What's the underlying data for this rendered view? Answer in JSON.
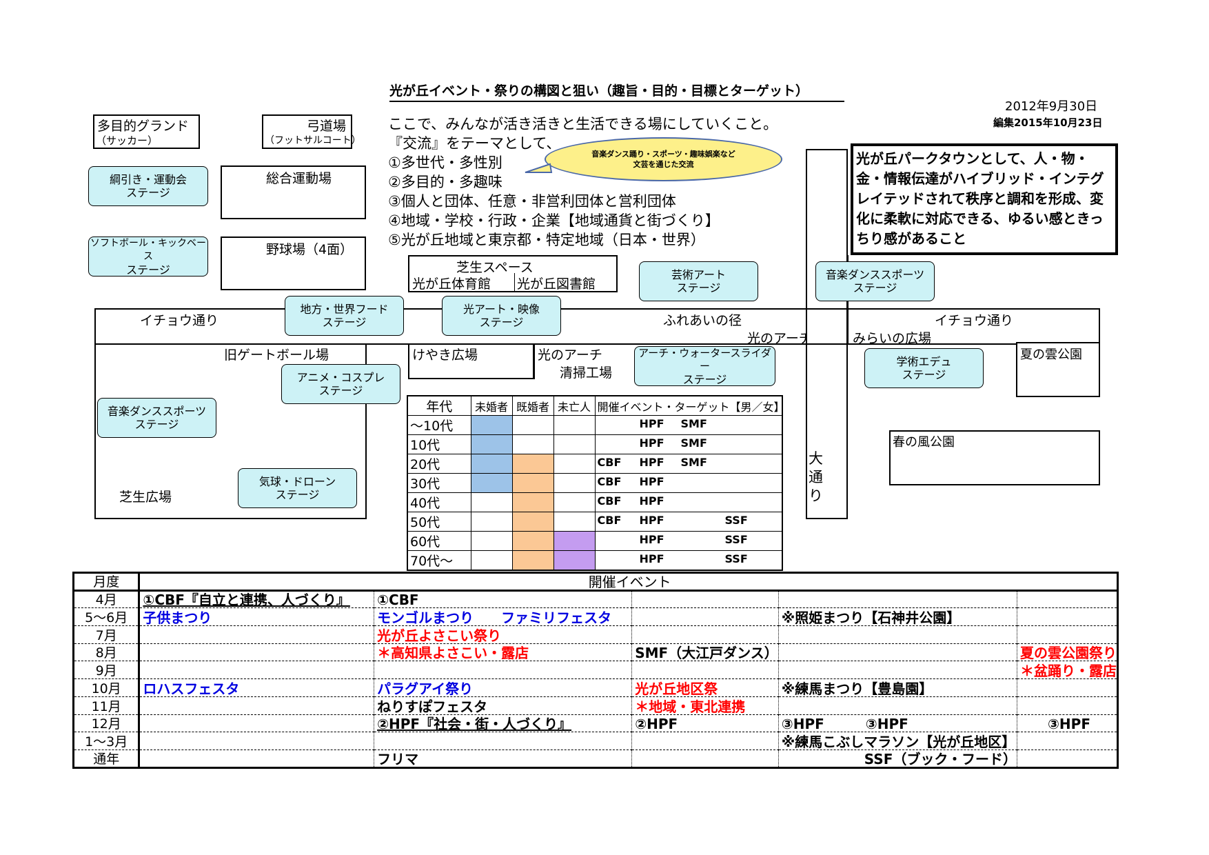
{
  "title": "光が丘イベント・祭りの構図と狙い（趣旨・目的・目標とターゲット）",
  "date": "2012年9月30日",
  "edited": "編集2015年10月23日",
  "intro": [
    "ここで、みんなが活き活きと生活できる場にしていくこと。",
    "『交流』をテーマとして、",
    "①多世代・多性別",
    "②多目的・多趣味",
    "③個人と団体、任意・非営利団体と営利団体",
    "④地域・学校・行政・企業【地域通貨と街づくり】",
    "⑤光が丘地域と東京都・特定地域（日本・世界）"
  ],
  "bubble": [
    "音楽ダンス踊り・スポーツ・趣味娯楽など",
    "文芸を通じた交流"
  ],
  "vision": "光が丘パークタウンとして、人・物・金・情報伝達がハイブリッド・インテグレイテッドされて秩序と調和を形成、変化に柔軟に対応できる、ゆるい感ときっちり感があること",
  "places": {
    "ground1": "多目的グランド",
    "ground2": "（サッカー）",
    "kyudo1": "弓道場",
    "kyudo2": "（フットサルコート）",
    "sogo": "総合運動場",
    "yakyu": "野球場（4面）",
    "shiba_space1": "芝生スペース",
    "shiba_space2": "光が丘体育館",
    "shiba_space3": "光が丘図書館",
    "icho_left": "イチョウ通り",
    "fureai": "ふれあいの径",
    "arch": "光のアーチ",
    "icho_right": "イチョウ通り",
    "mirai": "みらいの広場",
    "gateball": "旧ゲートボール場",
    "keyaki": "けやき広場",
    "arch_seiso1": "光のアーチ",
    "arch_seiso2": "清掃工場",
    "natsu": "夏の雲公園",
    "haru": "春の風公園",
    "shiba_hiroba": "芝生広場",
    "odori": [
      "大",
      "通",
      "り"
    ]
  },
  "stages": {
    "tsunahiki": [
      "綱引き・運動会",
      "ステージ"
    ],
    "softball": [
      "ソフトボール・キックベース",
      "ステージ"
    ],
    "food": [
      "地方・世界フード",
      "ステージ"
    ],
    "art_video": [
      "光アート・映像",
      "ステージ"
    ],
    "geijutsu": [
      "芸術アート",
      "ステージ"
    ],
    "music_right": [
      "音楽ダンススポーツ",
      "ステージ"
    ],
    "anime": [
      "アニメ・コスプレ",
      "ステージ"
    ],
    "water": [
      "アーチ・ウォータースライダー",
      "ステージ"
    ],
    "gakujutsu": [
      "学術エデュ",
      "ステージ"
    ],
    "music_left": [
      "音楽ダンススポーツ",
      "ステージ"
    ],
    "kikyu": [
      "気球・ドローン",
      "ステージ"
    ]
  },
  "age_table": {
    "headers": [
      "年代",
      "未婚者",
      "既婚者",
      "未亡人",
      "開催イベント・ターゲット【男／女】"
    ],
    "rows": [
      {
        "age": "～10代",
        "cbf": "",
        "hpf": "HPF",
        "smf": "SMF",
        "ssf": "",
        "u": "blue",
        "m": "",
        "w": ""
      },
      {
        "age": "10代",
        "cbf": "",
        "hpf": "HPF",
        "smf": "SMF",
        "ssf": "",
        "u": "blue",
        "m": "",
        "w": ""
      },
      {
        "age": "20代",
        "cbf": "CBF",
        "hpf": "HPF",
        "smf": "SMF",
        "ssf": "",
        "u": "blue",
        "m": "orange",
        "w": ""
      },
      {
        "age": "30代",
        "cbf": "CBF",
        "hpf": "HPF",
        "smf": "",
        "ssf": "",
        "u": "blue",
        "m": "orange",
        "w": ""
      },
      {
        "age": "40代",
        "cbf": "CBF",
        "hpf": "HPF",
        "smf": "",
        "ssf": "",
        "u": "",
        "m": "orange",
        "w": ""
      },
      {
        "age": "50代",
        "cbf": "CBF",
        "hpf": "HPF",
        "smf": "",
        "ssf": "SSF",
        "u": "",
        "m": "orange",
        "w": ""
      },
      {
        "age": "60代",
        "cbf": "",
        "hpf": "HPF",
        "smf": "",
        "ssf": "SSF",
        "u": "",
        "m": "orange",
        "w": "purple"
      },
      {
        "age": "70代～",
        "cbf": "",
        "hpf": "HPF",
        "smf": "",
        "ssf": "SSF",
        "u": "",
        "m": "orange",
        "w": "purple"
      }
    ]
  },
  "calendar": {
    "header_month": "月度",
    "header_event": "開催イベント",
    "rows": [
      {
        "month": "4月",
        "c1": "①CBF『自立と連携、人づくり』",
        "c2": "①CBF",
        "c3": "",
        "c4": "",
        "c5": ""
      },
      {
        "month": "5～6月",
        "c1": "子供まつり",
        "c2": "モンゴルまつり　　ファミリフェスタ",
        "c3": "",
        "c4": "※照姫まつり【石神井公園】",
        "c5": ""
      },
      {
        "month": "7月",
        "c1": "",
        "c2": "光が丘よさこい祭り",
        "c3": "",
        "c4": "",
        "c5": ""
      },
      {
        "month": "8月",
        "c1": "",
        "c2": "＊高知県よさこい・露店",
        "c3": "SMF（大江戸ダンス）",
        "c4": "",
        "c5": "夏の雲公園祭り"
      },
      {
        "month": "9月",
        "c1": "",
        "c2": "",
        "c3": "",
        "c4": "",
        "c5": "＊盆踊り・露店"
      },
      {
        "month": "10月",
        "c1": "ロハスフェスタ",
        "c2": "パラグアイ祭り",
        "c3": "光が丘地区祭",
        "c4": "※練馬まつり【豊島園】",
        "c5": ""
      },
      {
        "month": "11月",
        "c1": "",
        "c2": "ねりすぽフェスタ",
        "c3": "＊地域・東北連携",
        "c4": "",
        "c5": ""
      },
      {
        "month": "12月",
        "c1": "",
        "c2": "②HPF『社会・街・人づくり』",
        "c3": "②HPF",
        "c4": "③HPF　　　③HPF",
        "c5": "　　③HPF"
      },
      {
        "month": "1～3月",
        "c1": "",
        "c2": "",
        "c3": "",
        "c4": "※練馬こぶしマラソン【光が丘地区】",
        "c5": ""
      },
      {
        "month": "通年",
        "c1": "",
        "c2": "フリマ",
        "c3": "",
        "c4": "　　　　　　SSF（ブック・フード）",
        "c5": ""
      }
    ]
  },
  "colors": {
    "stage_fill": "#cdf2f6",
    "bubble_fill": "#fdf08a",
    "unmarried": "#9dc3e8",
    "married": "#fbc895",
    "widowed": "#c49cf0",
    "blue_text": "#0000e0",
    "red_text": "#ff0000"
  }
}
